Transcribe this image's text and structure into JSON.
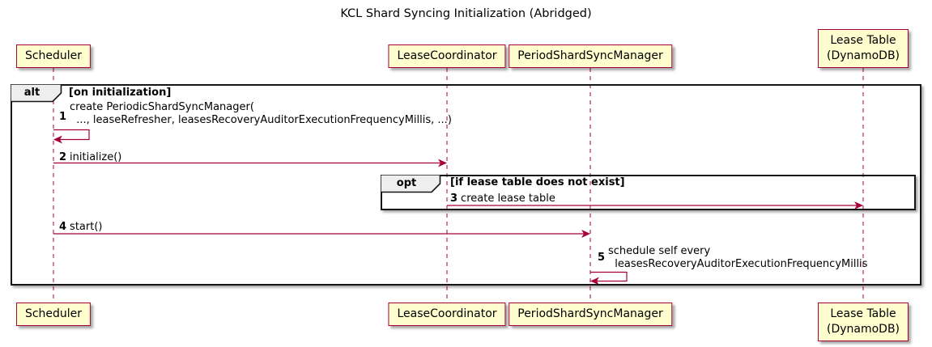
{
  "title": "KCL Shard Syncing Initialization (Abridged)",
  "participants": [
    {
      "name": "Scheduler"
    },
    {
      "name": "LeaseCoordinator"
    },
    {
      "name": "PeriodShardSyncManager"
    },
    {
      "name": "Lease Table\n(DynamoDB)"
    }
  ],
  "frames": [
    {
      "operator": "alt",
      "guard": "[on initialization]"
    },
    {
      "operator": "opt",
      "guard": "[if lease table does not exist]"
    }
  ],
  "messages": [
    {
      "num": "1",
      "text": "create PeriodicShardSyncManager(\n  ..., leaseRefresher, leasesRecoveryAuditorExecutionFrequencyMillis, ...)",
      "from": "Scheduler",
      "to": "Scheduler",
      "type": "self"
    },
    {
      "num": "2",
      "text": "initialize()",
      "from": "Scheduler",
      "to": "LeaseCoordinator",
      "type": "sync"
    },
    {
      "num": "3",
      "text": "create lease table",
      "from": "LeaseCoordinator",
      "to": "Lease Table (DynamoDB)",
      "type": "sync"
    },
    {
      "num": "4",
      "text": "start()",
      "from": "Scheduler",
      "to": "PeriodShardSyncManager",
      "type": "sync"
    },
    {
      "num": "5",
      "text": "schedule self every\n  leasesRecoveryAuditorExecutionFrequencyMillis",
      "from": "PeriodShardSyncManager",
      "to": "PeriodShardSyncManager",
      "type": "self"
    }
  ],
  "colors": {
    "participant_fill": "#FEFECE",
    "participant_border": "#A80036",
    "arrow": "#A80036",
    "lifeline": "#A80036",
    "frame_border": "#161616",
    "frame_label_fill": "#EEEEEE"
  }
}
